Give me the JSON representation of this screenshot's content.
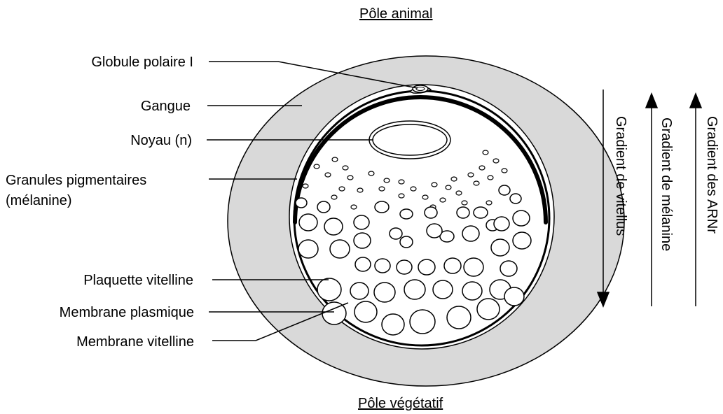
{
  "poles": {
    "animal": "Pôle animal",
    "vegetative": "Pôle végétatif"
  },
  "labels": {
    "polar_body": "Globule polaire I",
    "jelly": "Gangue",
    "nucleus": "Noyau (n)",
    "pigment_line1": "Granules pigmentaires",
    "pigment_line2": "(mélanine)",
    "yolk_platelet": "Plaquette vitelline",
    "plasma_membrane": "Membrane plasmique",
    "vitelline_membrane": "Membrane vitelline"
  },
  "gradients": {
    "vitellus": "Gradient de vitellus",
    "melanin": "Gradient de mélanine",
    "rrna": "Gradient des ARNr"
  },
  "colors": {
    "jelly_fill": "#d9d9d9",
    "stroke": "#000000",
    "egg_fill": "#ffffff"
  }
}
